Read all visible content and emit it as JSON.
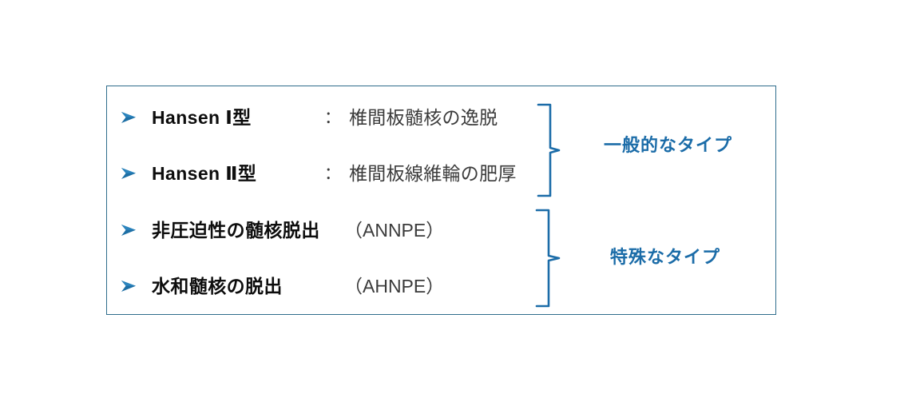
{
  "panel": {
    "border_color": "#2f6d8c",
    "background": "#ffffff"
  },
  "bullet": {
    "icon_name": "arrowhead-bullet",
    "color": "#1b6ca8"
  },
  "rows": [
    {
      "bullet": "➢",
      "term": "Hansen Ⅰ型",
      "separator": "：",
      "description": "椎間板髄核の逸脱",
      "code": ""
    },
    {
      "bullet": "➢",
      "term": "Hansen Ⅱ型",
      "separator": "：",
      "description": "椎間板線維輪の肥厚",
      "code": ""
    },
    {
      "bullet": "➢",
      "term": "非圧迫性の髄核脱出",
      "separator": "",
      "description": "",
      "code": "（ANNPE）"
    },
    {
      "bullet": "➢",
      "term": "水和髄核の脱出",
      "separator": "",
      "description": "",
      "code": "（AHNPE）"
    }
  ],
  "groups": [
    {
      "caption": "一般的なタイプ",
      "color": "#1b6ca8",
      "covers_rows": [
        1,
        2
      ]
    },
    {
      "caption": "特殊なタイプ",
      "color": "#1b6ca8",
      "covers_rows": [
        3,
        4
      ]
    }
  ],
  "bracket": {
    "icon_name": "curly-brace-right",
    "color": "#1b6ca8"
  }
}
